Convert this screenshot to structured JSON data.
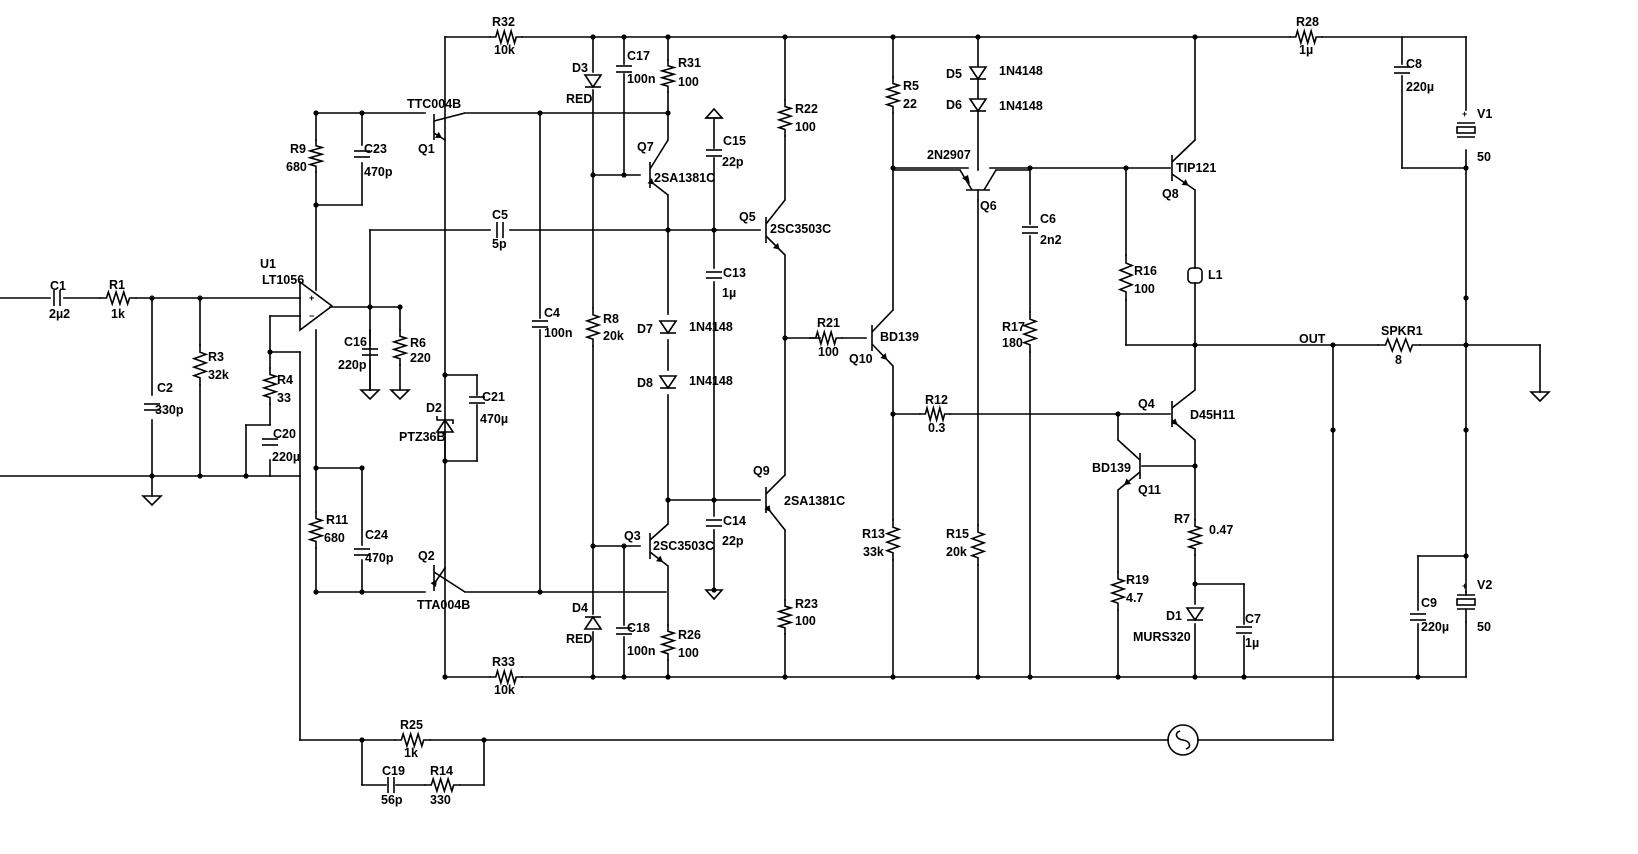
{
  "schematic": {
    "labels": {
      "R32": "R32",
      "R32v": "10k",
      "R33": "R33",
      "R33v": "10k",
      "R28": "R28",
      "R28v": "1µ",
      "C1": "C1",
      "C1v": "2µ2",
      "R1": "R1",
      "R1v": "1k",
      "C2": "C2",
      "C2v": "330p",
      "R3": "R3",
      "R3v": "32k",
      "U1": "U1",
      "U1v": "LT1056",
      "R4": "R4",
      "R4v": "33",
      "C20": "C20",
      "C20v": "220µ",
      "R9": "R9",
      "R9v": "680",
      "C23": "C23",
      "C23v": "470p",
      "Q1": "Q1",
      "Q1v": "TTC004B",
      "R11": "R11",
      "R11v": "680",
      "C24": "C24",
      "C24v": "470p",
      "Q2": "Q2",
      "Q2v": "TTA004B",
      "C16": "C16",
      "C16v": "220p",
      "R6": "R6",
      "R6v": "220",
      "C5": "C5",
      "C5v": "5p",
      "D2": "D2",
      "D2v": "PTZ36B",
      "C21": "C21",
      "C21v": "470µ",
      "C4": "C4",
      "C4v": "100n",
      "D3": "D3",
      "D3v": "RED",
      "D4": "D4",
      "D4v": "RED",
      "C17": "C17",
      "C17v": "100n",
      "C18": "C18",
      "C18v": "100n",
      "R8": "R8",
      "R8v": "20k",
      "R31": "R31",
      "R31v": "100",
      "R26": "R26",
      "R26v": "100",
      "Q7": "Q7",
      "Q7v": "2SA1381C",
      "Q3": "Q3",
      "Q3v": "2SC3503C",
      "D7": "D7",
      "D7v": "1N4148",
      "D8": "D8",
      "D8v": "1N4148",
      "C15": "C15",
      "C15v": "22p",
      "C13": "C13",
      "C13v": "1µ",
      "C14": "C14",
      "C14v": "22p",
      "Q5": "Q5",
      "Q5v": "2SC3503C",
      "Q9": "Q9",
      "Q9v": "2SA1381C",
      "R22": "R22",
      "R22v": "100",
      "R23": "R23",
      "R23v": "100",
      "R21": "R21",
      "R21v": "100",
      "Q10": "Q10",
      "Q10v": "BD139",
      "R5": "R5",
      "R5v": "22",
      "R12": "R12",
      "R12v": "0.3",
      "R13": "R13",
      "R13v": "33k",
      "D5": "D5",
      "D5v": "1N4148",
      "D6": "D6",
      "D6v": "1N4148",
      "Q6": "Q6",
      "Q6v": "2N2907",
      "R15": "R15",
      "R15v": "20k",
      "C6": "C6",
      "C6v": "2n2",
      "R17": "R17",
      "R17v": "180",
      "Q8": "Q8",
      "Q8v": "TIP121",
      "R16": "R16",
      "R16v": "100",
      "L1": "L1",
      "OUT": "OUT",
      "Q4": "Q4",
      "Q4v": "D45H11",
      "Q11": "Q11",
      "Q11v": "BD139",
      "R7": "R7",
      "R7v": "0.47",
      "R19": "R19",
      "R19v": "4.7",
      "D1": "D1",
      "D1v": "MURS320",
      "C7": "C7",
      "C7v": "1µ",
      "SPKR1": "SPKR1",
      "SPKR1v": "8",
      "C8": "C8",
      "C8v": "220µ",
      "V1": "V1",
      "V1v": "50",
      "C9": "C9",
      "C9v": "220µ",
      "V2": "V2",
      "V2v": "50",
      "R25": "R25",
      "R25v": "1k",
      "C19": "C19",
      "C19v": "56p",
      "R14": "R14",
      "R14v": "330"
    }
  }
}
